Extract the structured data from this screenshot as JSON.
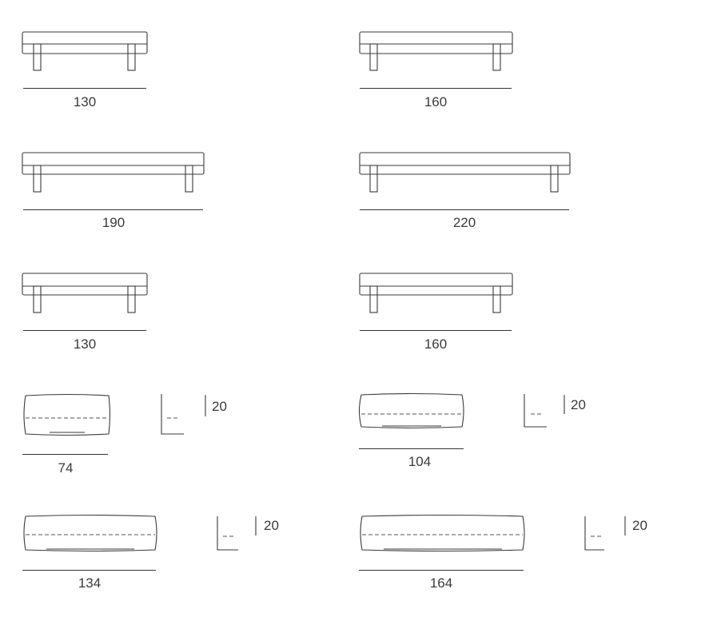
{
  "benches": [
    {
      "label": "130"
    },
    {
      "label": "160"
    },
    {
      "label": "190"
    },
    {
      "label": "220"
    },
    {
      "label": "130"
    },
    {
      "label": "160"
    }
  ],
  "cushions": [
    {
      "label": "74",
      "height_label": "20"
    },
    {
      "label": "104",
      "height_label": "20"
    },
    {
      "label": "134",
      "height_label": "20"
    },
    {
      "label": "164",
      "height_label": "20"
    }
  ]
}
